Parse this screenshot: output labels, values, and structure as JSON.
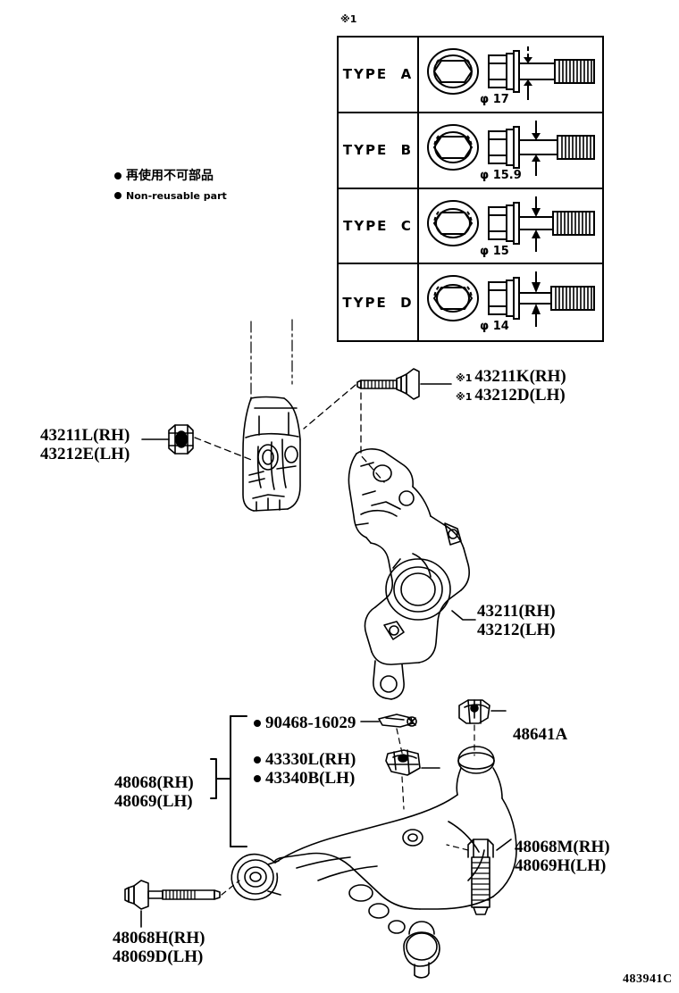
{
  "diagram": {
    "code": "483941C",
    "note_marker": "※1"
  },
  "legend": {
    "japanese": "再使用不可部品",
    "english": "Non-reusable part",
    "bullet_icon": "filled-circle-icon"
  },
  "type_table": {
    "header_marker": "※1",
    "rows": [
      {
        "type": "TYPE  A",
        "diameter": "φ 17",
        "bolt_icon": "flange-bolt-icon",
        "head_icon": "bolt-head-icon"
      },
      {
        "type": "TYPE  B",
        "diameter": "φ 15.9",
        "bolt_icon": "flange-bolt-icon",
        "head_icon": "bolt-head-icon"
      },
      {
        "type": "TYPE  C",
        "diameter": "φ 15",
        "bolt_icon": "flange-bolt-icon",
        "head_icon": "bolt-head-icon"
      },
      {
        "type": "TYPE  D",
        "diameter": "φ 14",
        "bolt_icon": "flange-bolt-icon",
        "head_icon": "bolt-head-icon"
      }
    ]
  },
  "callouts": {
    "knuckle_nut": {
      "line1": "43211L(RH)",
      "line2": "43212E(LH)",
      "part_icon": "nut-icon"
    },
    "knuckle_bolt": {
      "marker1": "※1",
      "line1": "43211K(RH)",
      "marker2": "※1",
      "line2": "43212D(LH)",
      "part_icon": "flange-bolt-icon"
    },
    "steering_knuckle": {
      "line1": "43211(RH)",
      "line2": "43212(LH)",
      "part_icon": "steering-knuckle-icon"
    },
    "clip": {
      "label": "90468-16029",
      "bullet": true,
      "part_icon": "clip-icon"
    },
    "ball_joint": {
      "line1": "43330L(RH)",
      "line2": "43340B(LH)",
      "bullet1": true,
      "bullet2": true,
      "part_icon": "ball-joint-nut-icon"
    },
    "lower_arm": {
      "line1": "48068(RH)",
      "line2": "48069(LH)",
      "part_icon": "lower-control-arm-icon"
    },
    "stabilizer_nut": {
      "label": "48641A",
      "part_icon": "nut-icon"
    },
    "arm_bolt_rear": {
      "line1": "48068M(RH)",
      "line2": "48069H(LH)",
      "part_icon": "bolt-icon"
    },
    "arm_bolt_front": {
      "line1": "48068H(RH)",
      "line2": "48069D(LH)",
      "part_icon": "bolt-icon"
    }
  },
  "colors": {
    "ink": "#000000",
    "paper": "#ffffff"
  }
}
